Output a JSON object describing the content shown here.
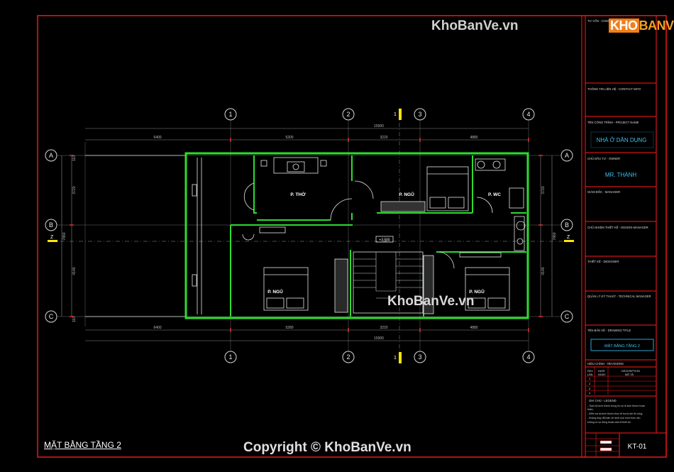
{
  "watermarks": {
    "top": "KhoBanVe.vn",
    "middle": "KhoBanVe.vn",
    "copyright": "Copyright © KhoBanVe.vn"
  },
  "logo": {
    "prefix": "KHO",
    "suffix": "BANVE"
  },
  "sheet": {
    "title": "MẶT BẰNG TẦNG 2",
    "code": "KT-01"
  },
  "title_block": {
    "consultant": "TƯ VẤN - CONSULTANT",
    "contact": "THÔNG TIN LIÊN HỆ - CONTACT INFO",
    "project_label": "TÊN CÔNG TRÌNH - PROJECT NAME",
    "project_name": "NHÀ Ở DÂN DỤNG",
    "owner_label": "CHỦ ĐẦU TƯ - OWNER",
    "owner_name": "MR. THÀNH",
    "director": "GIÁM ĐỐC - MANAGER",
    "design_lead": "CHỦ NHIỆM THIẾT KẾ - DESIGN MANAGER",
    "designer": "THIẾT KẾ - DESIGNER",
    "tech_manager": "QUẢN LÝ KỸ THUẬT - TECHNICAL MANAGER",
    "drawing_label": "TÊN BẢN VẼ - DRAWING TITLE",
    "drawing_name": "MẶT BẰNG TẦNG 2",
    "revision": "HIỆU CHỈNH - REVISIONS",
    "rev_cols": [
      "REV",
      "DATE",
      "DESCRIPTION"
    ],
    "rev_cols_vn": [
      "LẦN",
      "NGÀY",
      "MÔ TẢ"
    ],
    "rev_rows": [
      "1",
      "2",
      "3",
      "4"
    ],
    "notes_label": "GHI CHÚ - LEGEND",
    "notes": [
      "- Toàn bộ kích thước trong hồ sơ là kích thước hoàn",
      "thiện.",
      "- Kiểm tra lại kích thước thực tế trước khi thi công.",
      "- Không thay đổi bản vẽ dưới mọi hình thức nếu",
      "không có sự đồng thuận của tổ thiết kế."
    ]
  },
  "grid": {
    "columns": [
      "1",
      "2",
      "3",
      "4"
    ],
    "rows": [
      "A",
      "B",
      "C"
    ],
    "overall": "15000",
    "top_dims": [
      "6400",
      "5200",
      "3220",
      "4880"
    ],
    "bottom_dims": [
      "6400",
      "5280",
      "3220",
      "4880"
    ],
    "side_left": [
      "3720",
      "4140"
    ],
    "side_total": "7860",
    "side_small": [
      "110",
      "110"
    ],
    "section_mark": "Z",
    "level_mark": "+3.500"
  },
  "rooms": {
    "tho": "P. THỜ",
    "ngu1": "P. NGỦ",
    "wc": "P. WC",
    "ngu2": "P. NGỦ",
    "ngu3": "P. NGỦ"
  }
}
